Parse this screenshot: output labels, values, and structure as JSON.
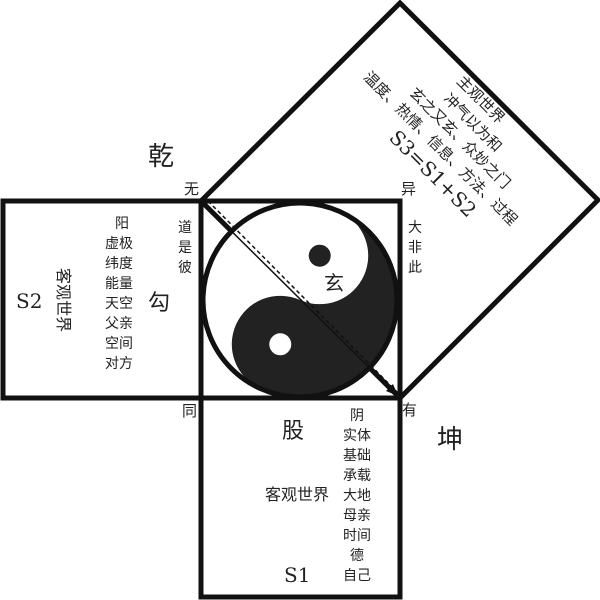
{
  "labels": {
    "qian": "乾",
    "kun": "坤",
    "wu": "无",
    "yi": "异",
    "tong": "同",
    "you": "有",
    "gou": "勾",
    "gu": "股",
    "xuan": "玄"
  },
  "left_box": {
    "name": "S2",
    "title": "客观世界",
    "side_text": [
      "道",
      "是",
      "彼"
    ],
    "list": [
      "阳",
      "虚极",
      "纬度",
      "能量",
      "天空",
      "父亲",
      "空间",
      "对方"
    ]
  },
  "bottom_box": {
    "name": "S1",
    "title": "客观世界",
    "list": [
      "阴",
      "实体",
      "基础",
      "承载",
      "大地",
      "母亲",
      "时间",
      "德",
      "自己"
    ]
  },
  "right_side_text": [
    "大",
    "非",
    "此"
  ],
  "rotated_box": {
    "lines": [
      "主观世界",
      "冲气以为和",
      "玄之又玄、众妙之门",
      "温度、热情、信息、方法、过程"
    ],
    "formula": "S3=S1+S2"
  },
  "colors": {
    "ink": "#111111",
    "yin": "#222222",
    "yang": "#ffffff"
  }
}
